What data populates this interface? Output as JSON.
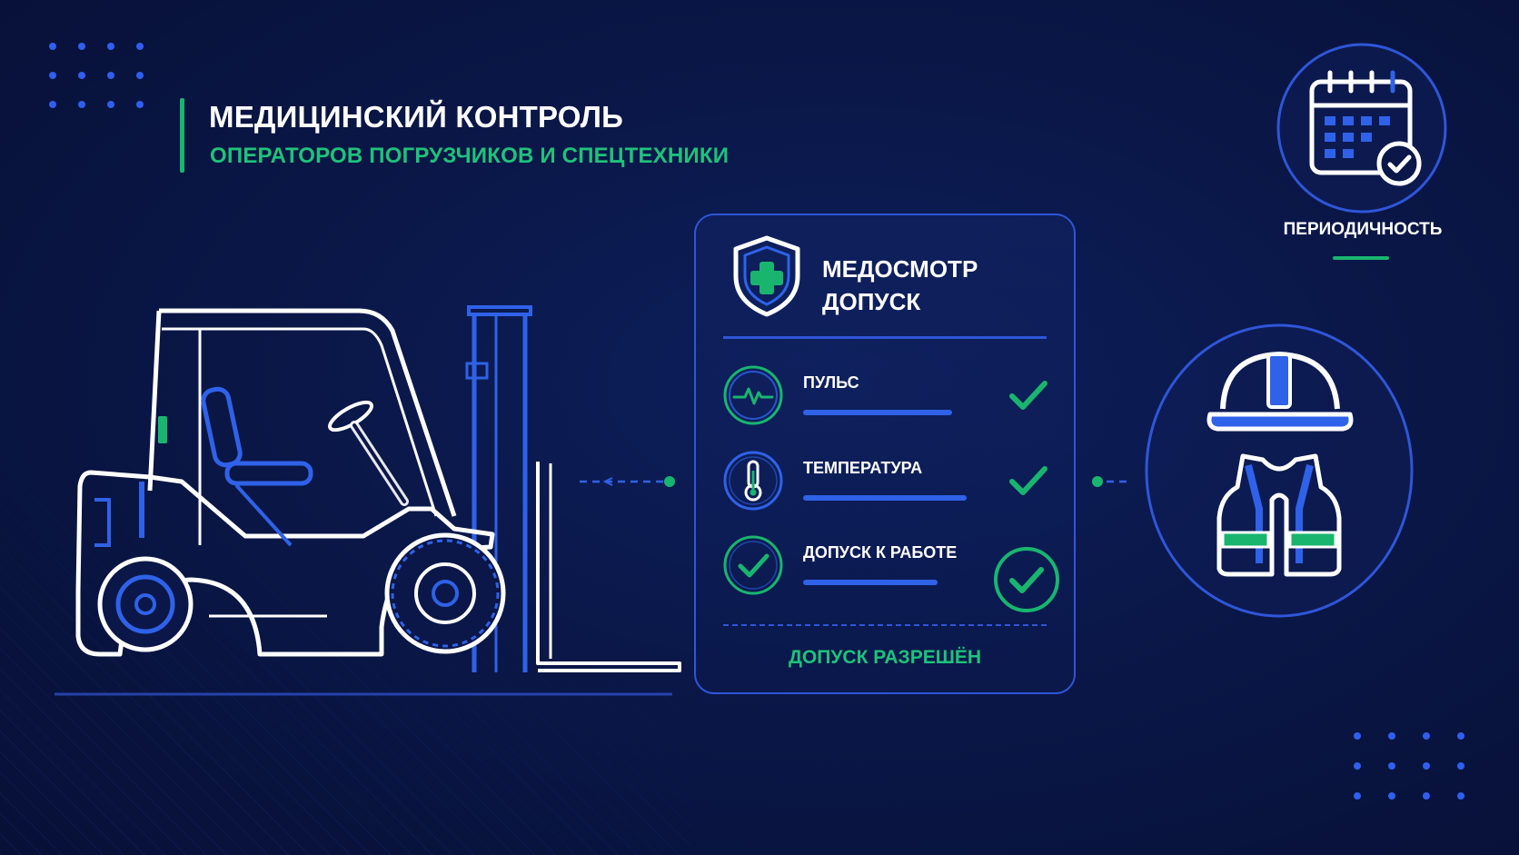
{
  "header": {
    "title": "МЕДИЦИНСКИЙ КОНТРОЛЬ",
    "subtitle": "ОПЕРАТОРОВ ПОГРУЗЧИКОВ И СПЕЦТЕХНИКИ"
  },
  "card": {
    "title_line1": "МЕДОСМОТР",
    "title_line2": "ДОПУСК",
    "rows": [
      {
        "label": "ПУЛЬС",
        "icon": "pulse-icon",
        "status": "checked"
      },
      {
        "label": "ТЕМПЕРАТУРА",
        "icon": "thermometer-icon",
        "status": "checked"
      },
      {
        "label": "ДОПУСК К РАБОТЕ",
        "icon": "check-circle-icon",
        "status": "checked"
      }
    ],
    "result": "ДОПУСК РАЗРЕШЁН"
  },
  "periodicity": {
    "label": "ПЕРИОДИЧНОСТЬ",
    "icon": "calendar-check-icon"
  },
  "equipment": {
    "icon": "hardhat-vest-icon"
  },
  "vehicle": {
    "icon": "forklift-icon"
  },
  "colors": {
    "background": "#0a1748",
    "accent_blue": "#2f62e8",
    "accent_green": "#1fc27a",
    "text": "#ffffff"
  }
}
